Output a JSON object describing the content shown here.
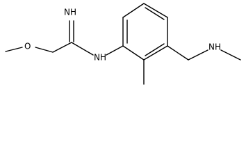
{
  "molecule": {
    "labels": {
      "imine": "NH",
      "ether_oxygen": "O",
      "amidine_nitrogen": "NH",
      "amine_nitrogen": "NH"
    },
    "colors": {
      "bond": "#000000",
      "text": "#000000",
      "background": "#ffffff"
    }
  }
}
